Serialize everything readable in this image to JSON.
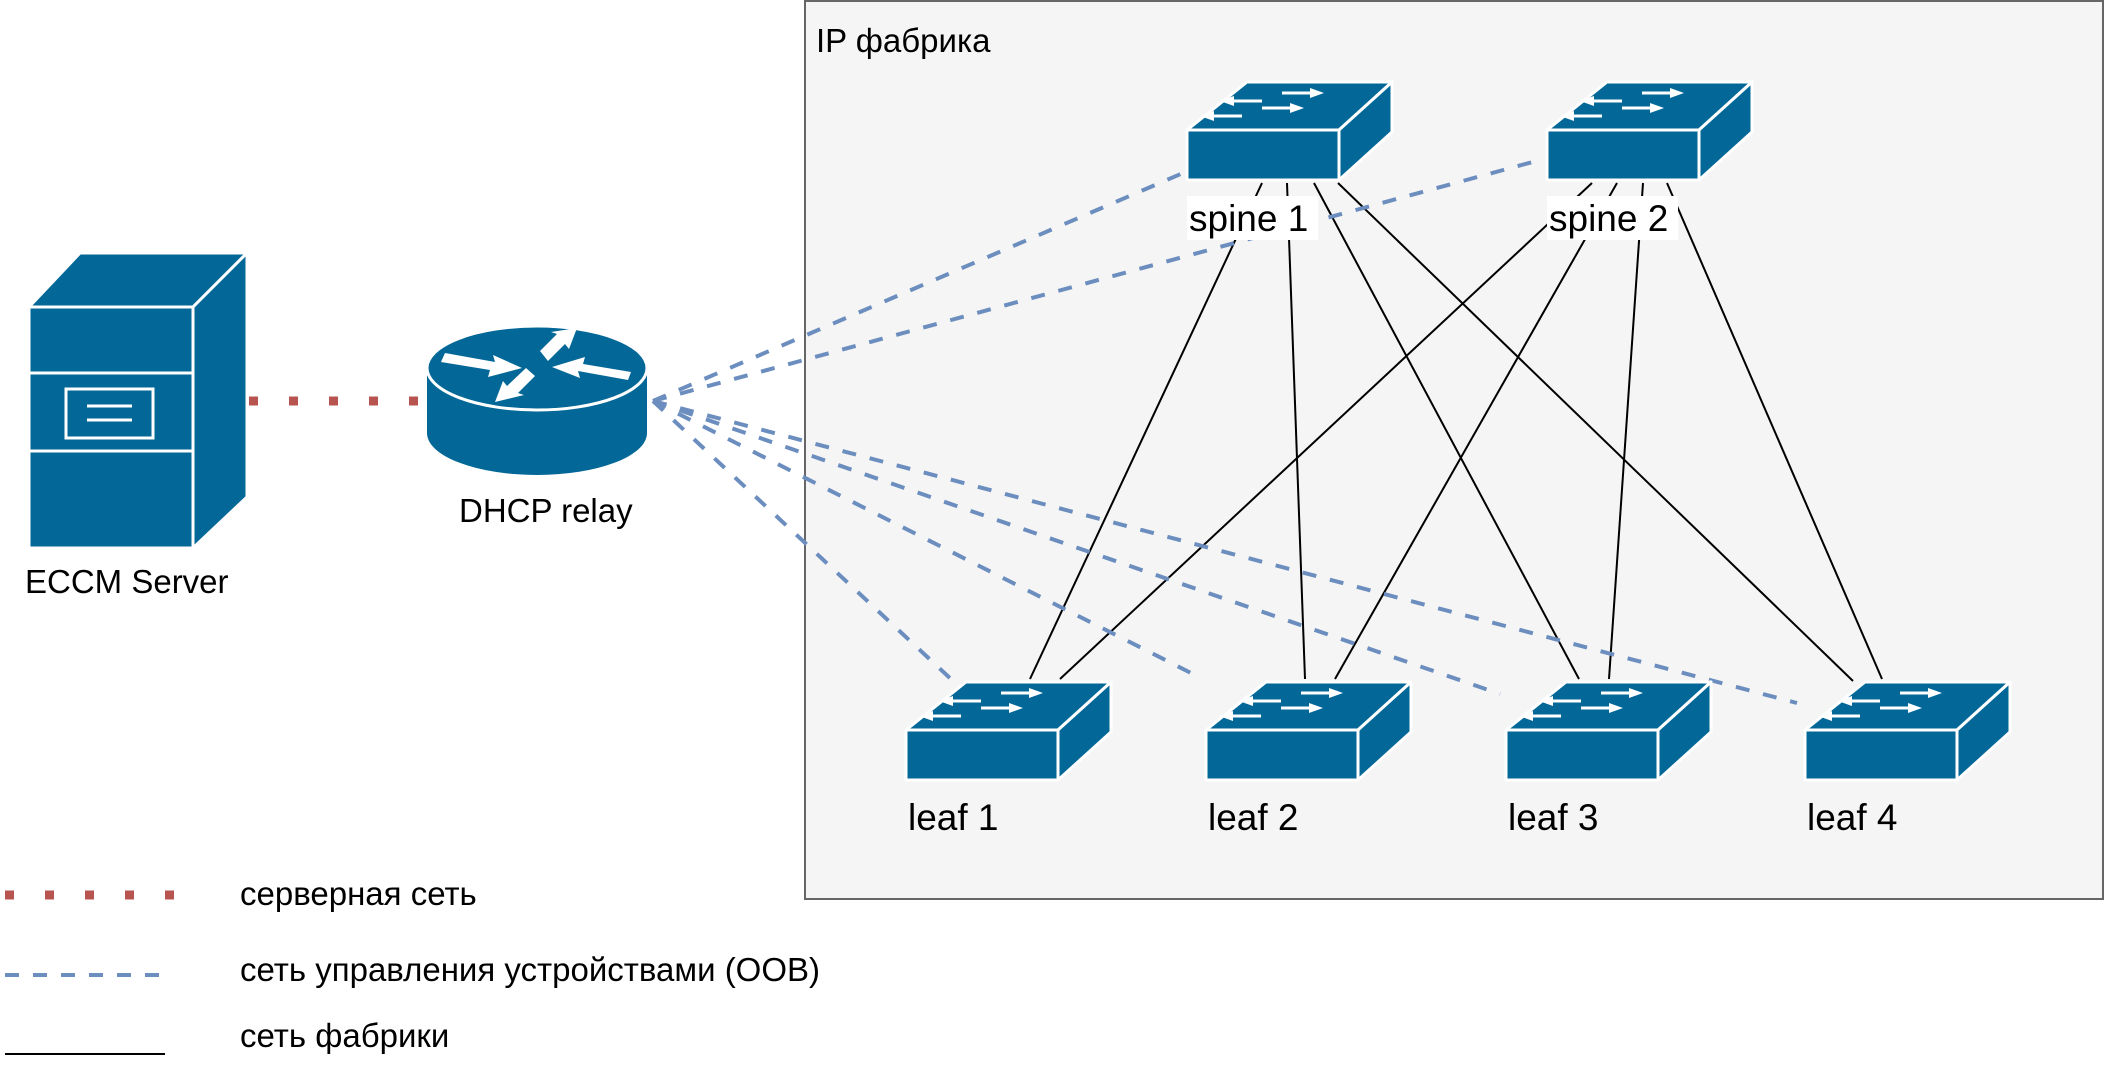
{
  "diagram": {
    "fabric_group": {
      "title": "IP фабрика"
    },
    "nodes": {
      "server": {
        "label": "ECCM Server",
        "icon": "server-icon"
      },
      "relay": {
        "label": "DHCP relay",
        "icon": "router-icon"
      },
      "spine1": {
        "label": "spine 1",
        "icon": "switch-icon"
      },
      "spine2": {
        "label": "spine 2",
        "icon": "switch-icon"
      },
      "leaf1": {
        "label": "leaf 1",
        "icon": "switch-icon"
      },
      "leaf2": {
        "label": "leaf 2",
        "icon": "switch-icon"
      },
      "leaf3": {
        "label": "leaf 3",
        "icon": "switch-icon"
      },
      "leaf4": {
        "label": "leaf 4",
        "icon": "switch-icon"
      }
    },
    "edges": {
      "server_network": [
        [
          "server",
          "relay"
        ]
      ],
      "oob_network": [
        [
          "relay",
          "spine1"
        ],
        [
          "relay",
          "spine2"
        ],
        [
          "relay",
          "leaf1"
        ],
        [
          "relay",
          "leaf2"
        ],
        [
          "relay",
          "leaf3"
        ],
        [
          "relay",
          "leaf4"
        ]
      ],
      "fabric_network": [
        [
          "spine1",
          "leaf1"
        ],
        [
          "spine1",
          "leaf2"
        ],
        [
          "spine1",
          "leaf3"
        ],
        [
          "spine1",
          "leaf4"
        ],
        [
          "spine2",
          "leaf1"
        ],
        [
          "spine2",
          "leaf2"
        ],
        [
          "spine2",
          "leaf3"
        ],
        [
          "spine2",
          "leaf4"
        ]
      ]
    },
    "legend": [
      {
        "style": "dotted",
        "color": "#b85450",
        "label": "серверная сеть"
      },
      {
        "style": "dashed",
        "color": "#6c8ebf",
        "label": "сеть управления устройствами (OOB)"
      },
      {
        "style": "solid",
        "color": "#000000",
        "label": "сеть фабрики"
      }
    ],
    "colors": {
      "device": "#036897",
      "fabric_background": "#f5f5f5",
      "fabric_border": "#666666"
    }
  }
}
